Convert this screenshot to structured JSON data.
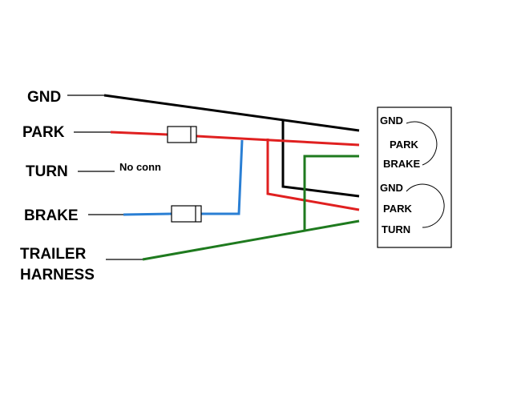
{
  "left_labels": {
    "gnd": "GND",
    "park": "PARK",
    "turn": "TURN",
    "brake": "BRAKE",
    "trailer_line1": "TRAILER",
    "trailer_line2": "HARNESS"
  },
  "turn_note": "No conn",
  "connector": {
    "top": {
      "gnd": "GND",
      "park": "PARK",
      "brake": "BRAKE"
    },
    "bottom": {
      "gnd": "GND",
      "park": "PARK",
      "turn": "TURN"
    }
  },
  "colors": {
    "ground_wire": "#000000",
    "park_wire": "#e02020",
    "brake_wire": "#2a7fd4",
    "trailer_wire": "#1e7a1e",
    "leader_line": "#000000"
  }
}
